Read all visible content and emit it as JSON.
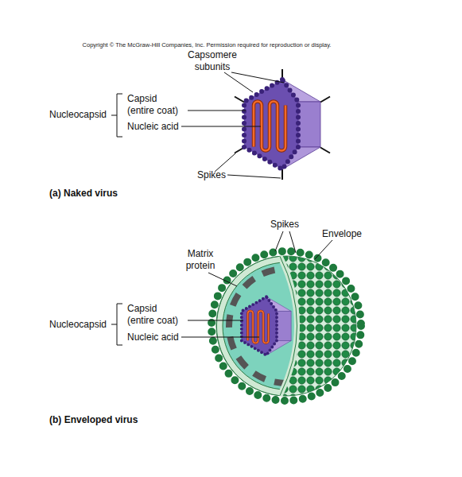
{
  "diagram": {
    "labels": [
      "Copyright © The McGraw-Hill Companies, Inc. Permission required for reproduction or display.",
      "Capsomere subunits",
      "Nucleocapsid",
      "Capsid (entire coat)",
      "Nucleic acid",
      "Spikes",
      "(a) Naked virus",
      "Spikes",
      "Envelope",
      "Matrix protein",
      "Nucleocapsid",
      "Capsid (entire coat)",
      "Nucleic acid",
      "(b) Enveloped virus"
    ]
  }
}
